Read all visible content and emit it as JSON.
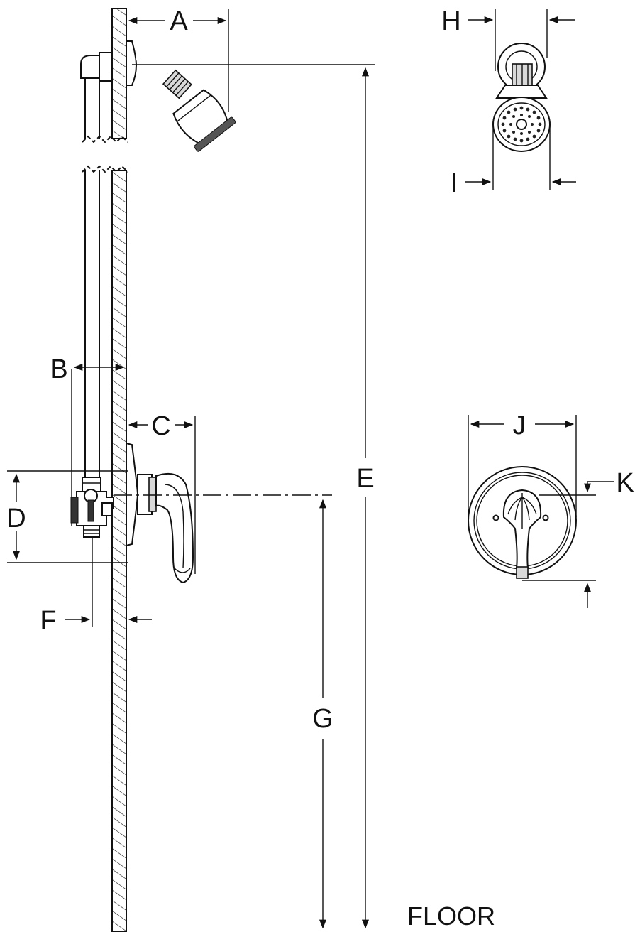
{
  "labels": {
    "a": "A",
    "b": "B",
    "c": "C",
    "d": "D",
    "e": "E",
    "f": "F",
    "g": "G",
    "h": "H",
    "i": "I",
    "j": "J",
    "k": "K",
    "floor": "FLOOR"
  },
  "colors": {
    "line": "#111111",
    "fill_light": "#d9d9d9",
    "fill_dark": "#333333",
    "background": "#ffffff"
  }
}
